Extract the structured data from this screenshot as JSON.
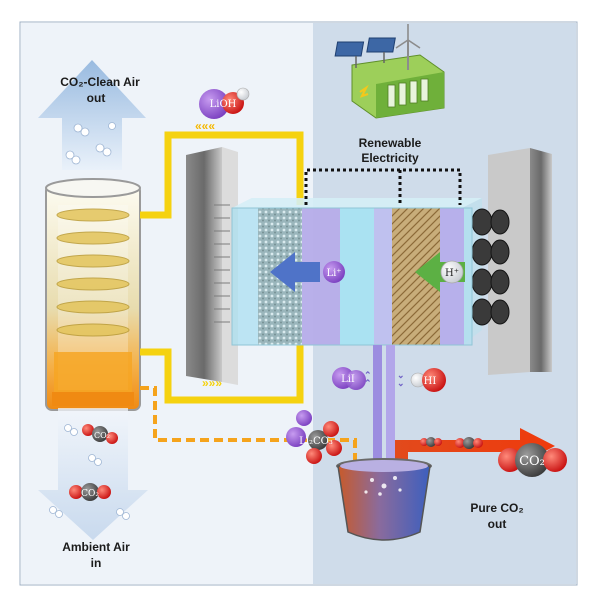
{
  "labels": {
    "clean_air_out_line1": "CO₂-Clean Air",
    "clean_air_out_line2": "out",
    "ambient_air_line1": "Ambient Air",
    "ambient_air_line2": "in",
    "renewable_line1": "Renewable",
    "renewable_line2": "Electricity",
    "pure_co2_line1": "Pure CO₂",
    "pure_co2_line2": "out"
  },
  "molecules": {
    "lioh": "LiOH",
    "li_ion": "Li⁺",
    "h_ion": "H⁺",
    "lii": "LiI",
    "hi": "HI",
    "li2co3": "Li₂CO₃",
    "co2": "CO₂"
  },
  "arrow_glyphs": {
    "top_return": "«««",
    "bottom_feed": "»»»"
  },
  "colors": {
    "left_background": "#eef3f9",
    "right_background": "#cfdcea",
    "liquid_yellow": "#f5d210",
    "dashed_orange": "#f5a31c",
    "co2_arrow_red": "#e8380d",
    "li_ion_arrow_blue": "#4f73c8",
    "h_ion_arrow_green": "#5cb044"
  },
  "icons": {
    "renewable": "wind-solar-plant-icon",
    "reactor": "stirred-tank-icon",
    "column": "absorption-column-icon"
  }
}
